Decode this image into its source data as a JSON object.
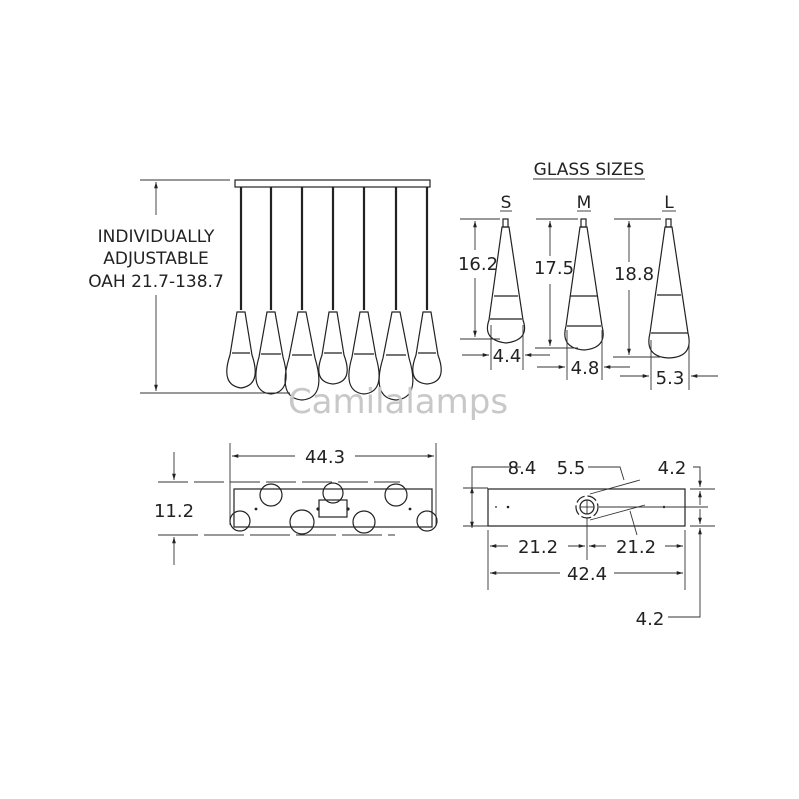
{
  "front_view": {
    "label_lines": [
      "INDIVIDUALLY",
      "ADJUSTABLE",
      "OAH 21.7-138.7"
    ],
    "pendant_count": 7
  },
  "glass_sizes": {
    "title": "GLASS SIZES",
    "sizes": [
      {
        "name": "S",
        "height": "16.2",
        "width": "4.4"
      },
      {
        "name": "M",
        "height": "17.5",
        "width": "4.8"
      },
      {
        "name": "L",
        "height": "18.8",
        "width": "5.3"
      }
    ]
  },
  "top_view": {
    "width": "44.3",
    "depth": "11.2"
  },
  "canopy_view": {
    "offset_left": "8.4",
    "hole": "5.5",
    "edge_top": "4.2",
    "half_left": "21.2",
    "half_right": "21.2",
    "total_length": "42.4",
    "edge_bottom": "4.2"
  },
  "watermark": "Camilalamps"
}
